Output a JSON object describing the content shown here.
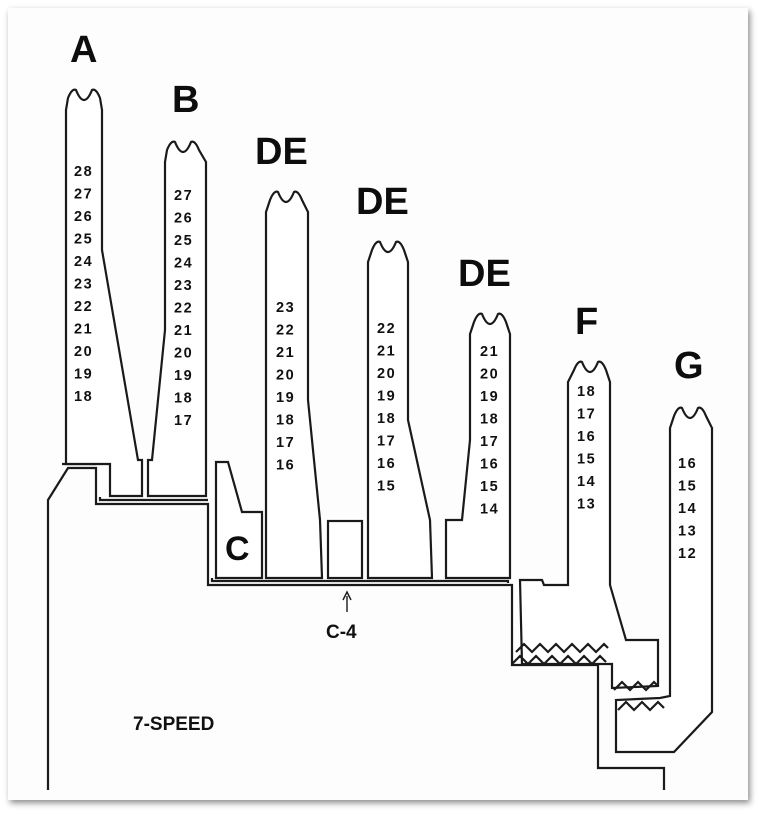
{
  "title": "7-SPEED",
  "spacer_label": "C-4",
  "colors": {
    "ink": "#1a1a1a",
    "paper": "#fdfdfd"
  },
  "cogs": [
    {
      "label": "A",
      "teeth": [
        "28",
        "27",
        "26",
        "25",
        "24",
        "23",
        "22",
        "21",
        "20",
        "19",
        "18"
      ]
    },
    {
      "label": "B",
      "teeth": [
        "27",
        "26",
        "25",
        "24",
        "23",
        "22",
        "21",
        "20",
        "19",
        "18",
        "17"
      ]
    },
    {
      "label": "C"
    },
    {
      "label": "DE",
      "teeth": [
        "23",
        "22",
        "21",
        "20",
        "19",
        "18",
        "17",
        "16"
      ]
    },
    {
      "label": "DE",
      "teeth": [
        "22",
        "21",
        "20",
        "19",
        "18",
        "17",
        "16",
        "15"
      ]
    },
    {
      "label": "DE",
      "teeth": [
        "21",
        "20",
        "19",
        "18",
        "17",
        "16",
        "15",
        "14"
      ]
    },
    {
      "label": "F",
      "teeth": [
        "18",
        "17",
        "16",
        "15",
        "14",
        "13"
      ]
    },
    {
      "label": "G",
      "teeth": [
        "16",
        "15",
        "14",
        "13",
        "12"
      ]
    }
  ]
}
